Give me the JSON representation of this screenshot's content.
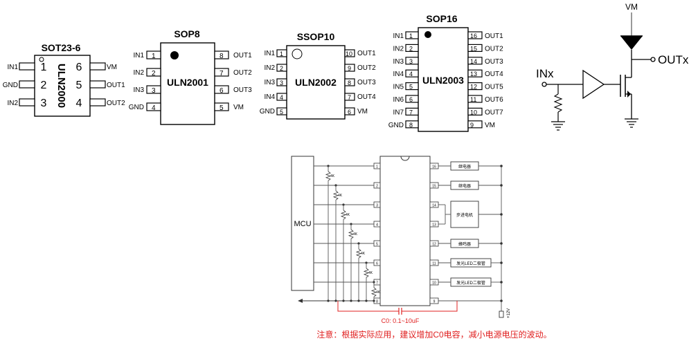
{
  "sot23": {
    "title": "SOT23-6",
    "chip": "ULN2000",
    "left": [
      {
        "label": "IN1",
        "num": "1"
      },
      {
        "label": "GND",
        "num": "2"
      },
      {
        "label": "IN2",
        "num": "3"
      }
    ],
    "right": [
      {
        "label": "VM",
        "num": "6"
      },
      {
        "label": "OUT1",
        "num": "5"
      },
      {
        "label": "OUT2",
        "num": "4"
      }
    ]
  },
  "sop8": {
    "title": "SOP8",
    "chip": "ULN2001",
    "left": [
      {
        "label": "IN1",
        "num": "1"
      },
      {
        "label": "IN2",
        "num": "2"
      },
      {
        "label": "IN3",
        "num": "3"
      },
      {
        "label": "GND",
        "num": "4"
      }
    ],
    "right": [
      {
        "label": "OUT1",
        "num": "8"
      },
      {
        "label": "OUT2",
        "num": "7"
      },
      {
        "label": "OUT3",
        "num": "6"
      },
      {
        "label": "VM",
        "num": "5"
      }
    ]
  },
  "ssop10": {
    "title": "SSOP10",
    "chip": "ULN2002",
    "left": [
      {
        "label": "IN1",
        "num": "1"
      },
      {
        "label": "IN2",
        "num": "2"
      },
      {
        "label": "IN3",
        "num": "3"
      },
      {
        "label": "IN4",
        "num": "4"
      },
      {
        "label": "GND",
        "num": "5"
      }
    ],
    "right": [
      {
        "label": "OUT1",
        "num": "10"
      },
      {
        "label": "OUT2",
        "num": "9"
      },
      {
        "label": "OUT3",
        "num": "8"
      },
      {
        "label": "OUT4",
        "num": "7"
      },
      {
        "label": "VM",
        "num": "6"
      }
    ]
  },
  "sop16": {
    "title": "SOP16",
    "chip": "ULN2003",
    "left": [
      {
        "label": "IN1",
        "num": "1"
      },
      {
        "label": "IN2",
        "num": "2"
      },
      {
        "label": "IN3",
        "num": "3"
      },
      {
        "label": "IN4",
        "num": "4"
      },
      {
        "label": "IN5",
        "num": "5"
      },
      {
        "label": "IN6",
        "num": "6"
      },
      {
        "label": "IN7",
        "num": "7"
      },
      {
        "label": "GND",
        "num": "8"
      }
    ],
    "right": [
      {
        "label": "OUT1",
        "num": "16"
      },
      {
        "label": "OUT2",
        "num": "15"
      },
      {
        "label": "OUT3",
        "num": "14"
      },
      {
        "label": "OUT4",
        "num": "13"
      },
      {
        "label": "OUT5",
        "num": "12"
      },
      {
        "label": "OUT6",
        "num": "11"
      },
      {
        "label": "OUT7",
        "num": "10"
      },
      {
        "label": "VM",
        "num": "9"
      }
    ]
  },
  "equiv": {
    "vm": "VM",
    "in": "INx",
    "out": "OUTx"
  },
  "app": {
    "mcu": "MCU",
    "left_pins": [
      "1",
      "2",
      "3",
      "4",
      "5",
      "6",
      "7",
      "8"
    ],
    "right_pins": [
      "16",
      "15",
      "14",
      "13",
      "12",
      "11",
      "10",
      "9"
    ],
    "res": [
      "4K",
      "4K",
      "4K",
      "4K",
      "4K",
      "4K",
      "4K"
    ],
    "loads": {
      "relay1": "继电器",
      "relay2": "继电器",
      "stepper": "步进电机",
      "buzzer": "蜂鸣器",
      "led1": "发光LED二极管",
      "led2": "发光LED二极管"
    },
    "vcc": "+12V",
    "cap": "C0: 0.1~10uF",
    "note": "注意：根据实际应用，建议增加C0电容，减小电源电压的波动。",
    "accent": "#e02020"
  }
}
